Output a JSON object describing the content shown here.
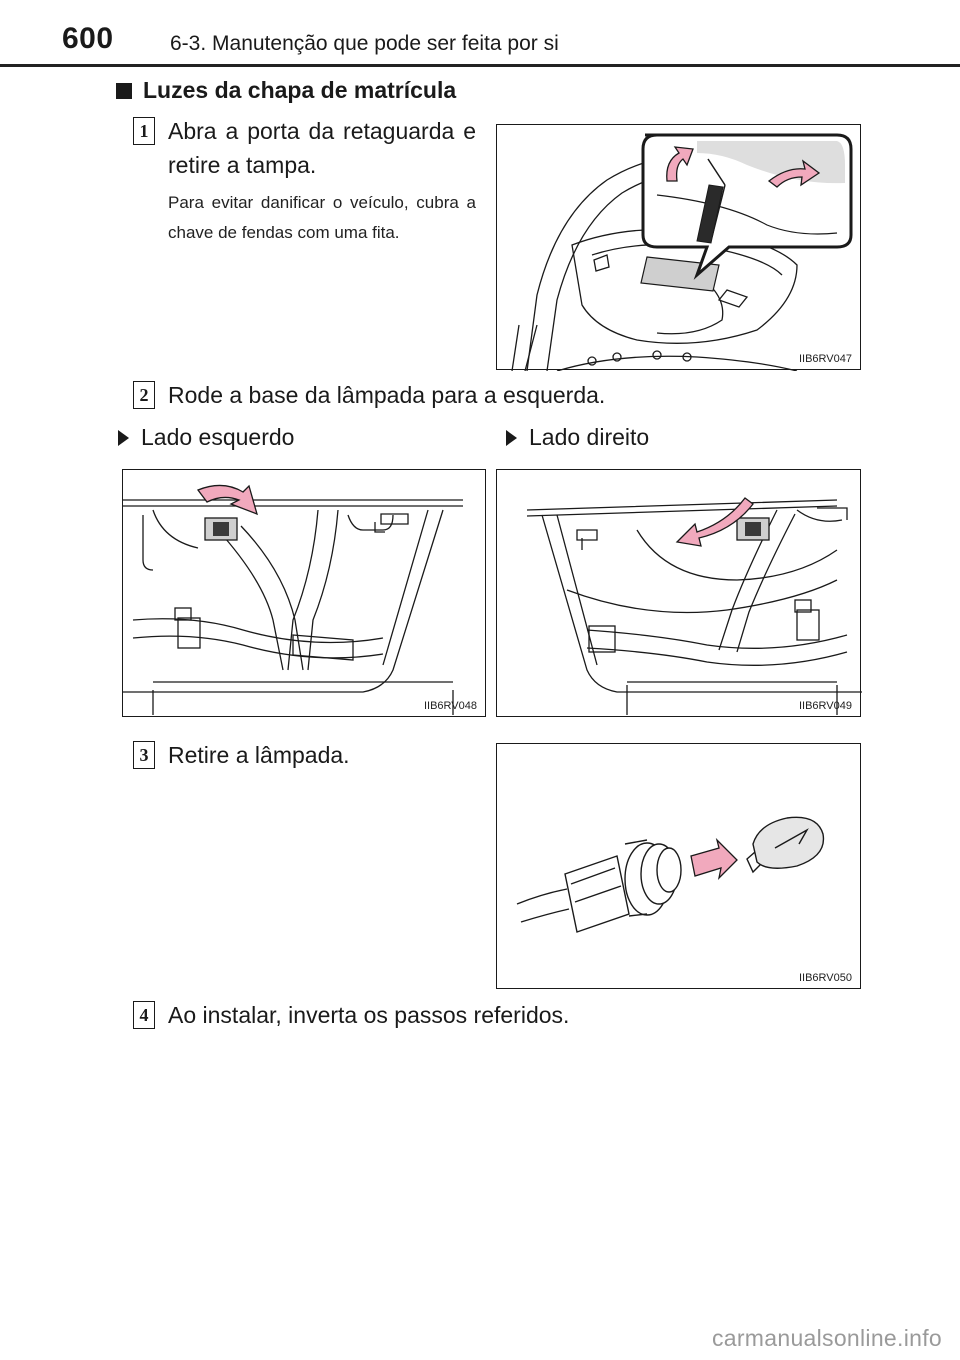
{
  "header": {
    "page_number": "600",
    "chapter_title": "6-3. Manutenção que pode ser feita por si"
  },
  "section": {
    "title": "Luzes da chapa de matrícula"
  },
  "steps": [
    {
      "number": "1",
      "text": "Abra a porta da retaguarda e retire a tampa.",
      "note": "Para evitar danificar o veículo, cubra a chave de fendas com uma fita.",
      "figure_id": "IIB6RV047"
    },
    {
      "number": "2",
      "text": "Rode a base da lâmpada para a esquerda.",
      "sides": [
        {
          "label": "Lado esquerdo",
          "figure_id": "IIB6RV048"
        },
        {
          "label": "Lado direito",
          "figure_id": "IIB6RV049"
        }
      ]
    },
    {
      "number": "3",
      "text": "Retire a lâmpada.",
      "figure_id": "IIB6RV050"
    },
    {
      "number": "4",
      "text": "Ao instalar, inverta os passos referidos."
    }
  ],
  "footer": {
    "watermark": "carmanualsonline.info"
  },
  "colors": {
    "arrow_pink": "#f1a9bd",
    "highlight_grey": "#cfcfcf",
    "line": "#1a1a1a"
  },
  "icons": {
    "section_marker": "black-square-icon",
    "side_marker": "right-triangle-icon"
  }
}
